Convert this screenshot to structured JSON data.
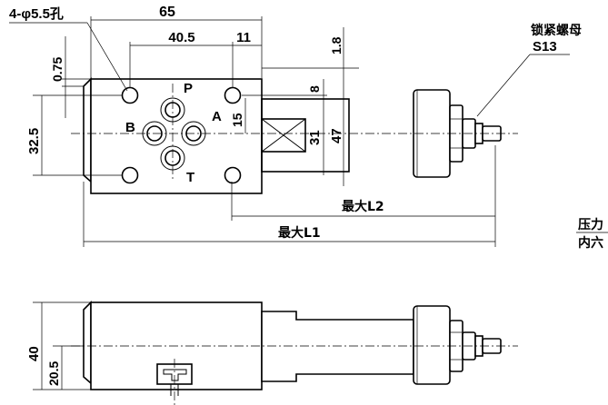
{
  "labels": {
    "holes": "4-φ5.5孔",
    "lock_nut": "锁紧螺母",
    "lock_nut_size": "S13",
    "max_l2": "最大L2",
    "max_l1": "最大L1",
    "port_p": "P",
    "port_a": "A",
    "port_b": "B",
    "port_t": "T",
    "partial_line1": "压力",
    "partial_line2": "内六"
  },
  "dimensions": {
    "d65": "65",
    "d40_5": "40.5",
    "d11": "11",
    "d1_8": "1.8",
    "d0_75": "0.75",
    "d8": "8",
    "d15": "15",
    "d31": "31",
    "d47": "47",
    "d32_5": "32.5",
    "d40": "40",
    "d20_5": "20.5"
  }
}
